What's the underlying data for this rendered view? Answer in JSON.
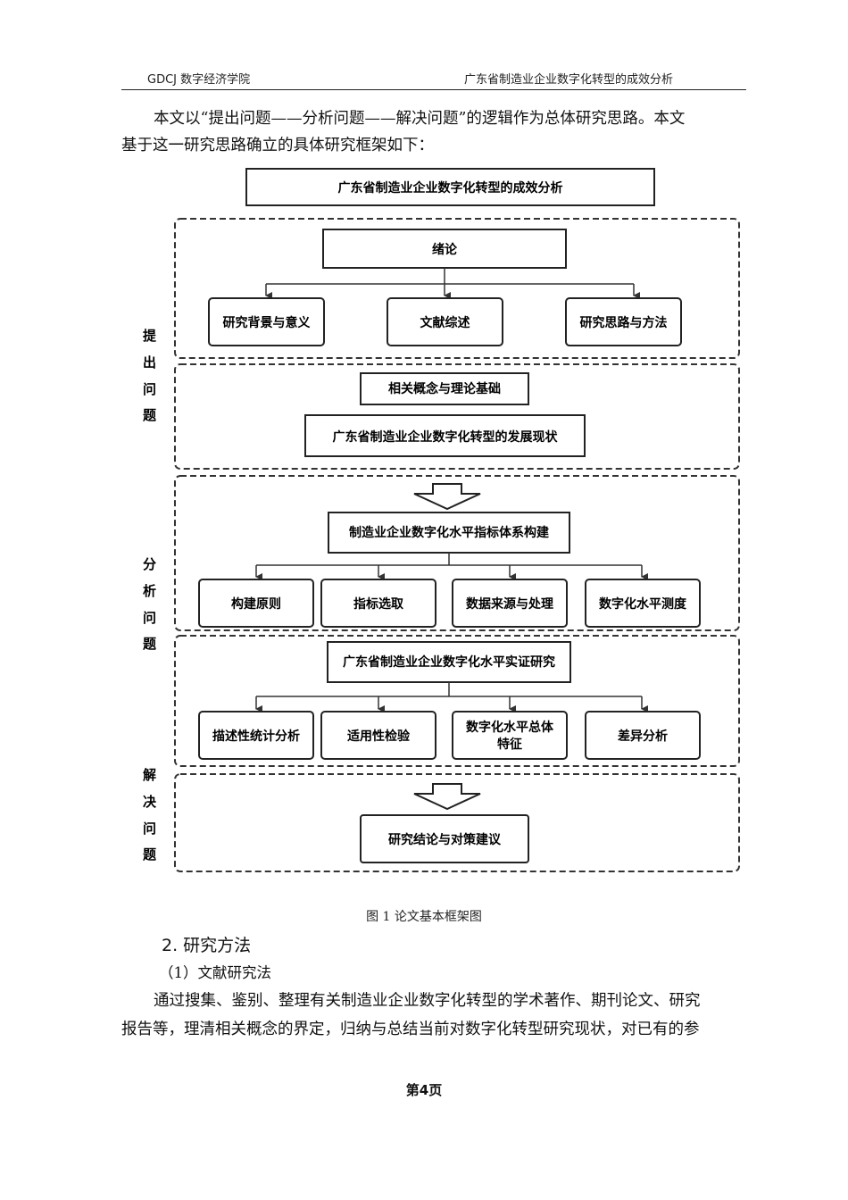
{
  "header": {
    "left": "GDCJ 数字经济学院",
    "right": "广东省制造业企业数字化转型的成效分析"
  },
  "intro": {
    "line1": "本文以“提出问题——分析问题——解决问题”的逻辑作为总体研究思路。本文",
    "line2": "基于这一研究思路确立的具体研究框架如下："
  },
  "diagram": {
    "title": "广东省制造业企业数字化转型的成效分析",
    "side_labels": {
      "propose": [
        "提",
        "出",
        "问",
        "题"
      ],
      "analyze": [
        "分",
        "析",
        "问",
        "题"
      ],
      "solve": [
        "解",
        "决",
        "问",
        "题"
      ]
    },
    "section1": {
      "root": "绪论",
      "children": [
        "研究背景与意义",
        "文献综述",
        "研究思路与方法"
      ]
    },
    "section2": {
      "box1": "相关概念与理论基础",
      "box2": "广东省制造业企业数字化转型的发展现状"
    },
    "section3": {
      "root": "制造业企业数字化水平指标体系构建",
      "children": [
        "构建原则",
        "指标选取",
        "数据来源与处理",
        "数字化水平测度"
      ]
    },
    "section4": {
      "root": "广东省制造业企业数字化水平实证研究",
      "children": [
        "描述性统计分析",
        "适用性检验",
        "数字化水平总体",
        "特征",
        "差异分析"
      ]
    },
    "section5": {
      "box": "研究结论与对策建议"
    }
  },
  "caption": "图 1  论文基本框架图",
  "section_heading": "2. 研究方法",
  "subheading": "（1）文献研究法",
  "body": {
    "line1": "通过搜集、鉴别、整理有关制造业企业数字化转型的学术著作、期刊论文、研究",
    "line2": "报告等，理清相关概念的界定，归纳与总结当前对数字化转型研究现状，对已有的参"
  },
  "footer": "第4页"
}
